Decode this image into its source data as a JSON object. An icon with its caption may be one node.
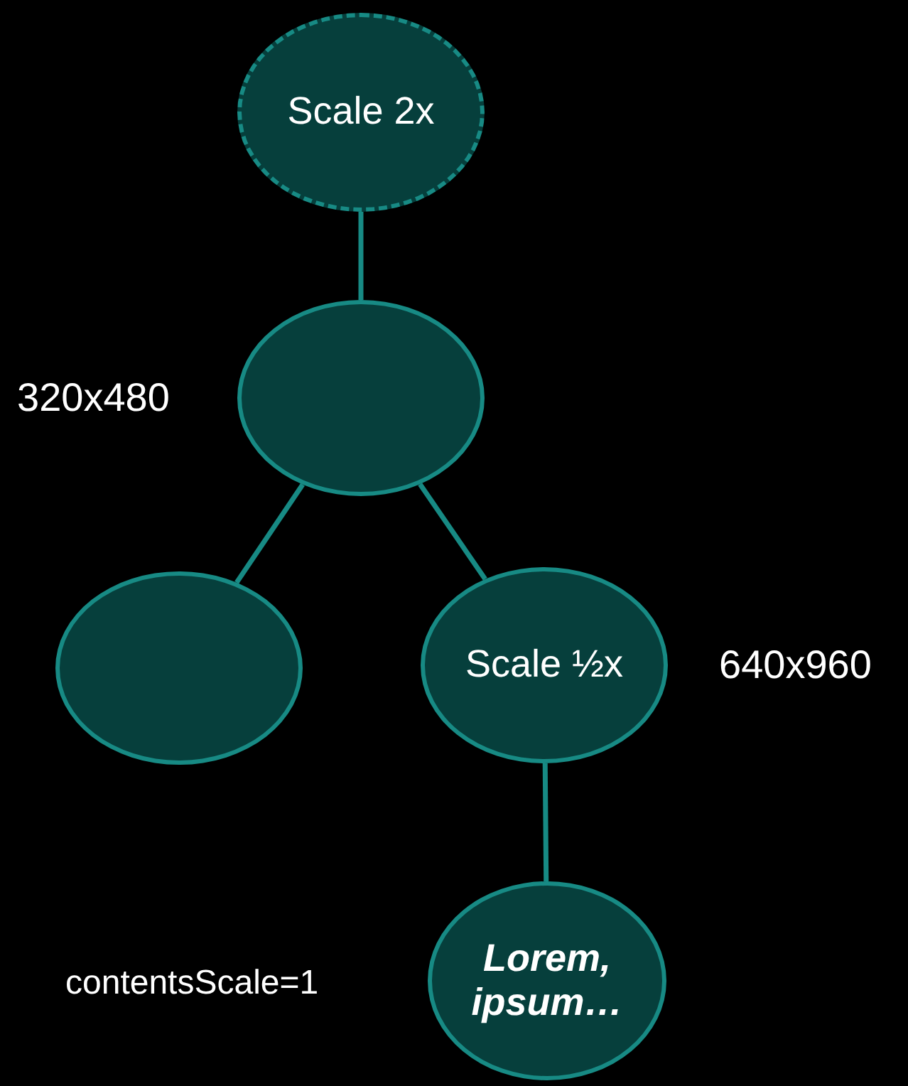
{
  "diagram": {
    "nodes": [
      {
        "text": [
          "Scale 2x"
        ]
      },
      {
        "text": [],
        "shape": "circle",
        "beside": [
          "320x480"
        ]
      },
      {
        "text": [],
        "shape": "circle"
      },
      {
        "text": [
          "Scale ½x"
        ],
        "beside": [
          "640x960"
        ]
      },
      {
        "text": [
          "Lorem, ipsum…"
        ],
        "beside": [
          "contentsScale=1"
        ]
      }
    ],
    "edges": [
      {
        "from": 0,
        "to": 1,
        "arrow": "none"
      },
      {
        "from": 1,
        "to": 2,
        "arrow": "none"
      },
      {
        "from": 1,
        "to": 3,
        "arrow": "none"
      },
      {
        "from": 3,
        "to": 4,
        "arrow": "none"
      }
    ]
  }
}
